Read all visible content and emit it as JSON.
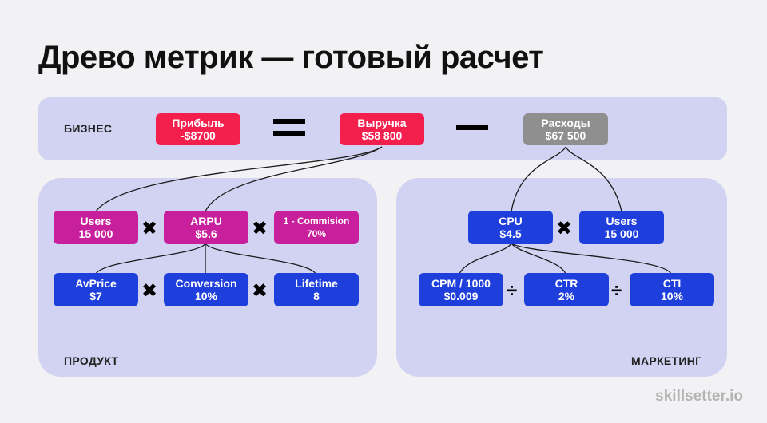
{
  "title": "Древо метрик — готовый расчет",
  "sections": {
    "business": "БИЗНЕС",
    "product": "ПРОДУКТ",
    "marketing": "МАРКЕТИНГ"
  },
  "business": {
    "profit": {
      "label": "Прибыль",
      "value": "-$8700"
    },
    "revenue": {
      "label": "Выручка",
      "value": "$58 800"
    },
    "expenses": {
      "label": "Расходы",
      "value": "$67 500"
    }
  },
  "product": {
    "users": {
      "label": "Users",
      "value": "15 000"
    },
    "arpu": {
      "label": "ARPU",
      "value": "$5.6"
    },
    "commission": {
      "label": "1 - Commision",
      "value": "70%"
    },
    "avprice": {
      "label": "AvPrice",
      "value": "$7"
    },
    "conversion": {
      "label": "Conversion",
      "value": "10%"
    },
    "lifetime": {
      "label": "Lifetime",
      "value": "8"
    }
  },
  "marketing": {
    "cpu": {
      "label": "CPU",
      "value": "$4.5"
    },
    "users": {
      "label": "Users",
      "value": "15 000"
    },
    "cpm": {
      "label": "CPM / 1000",
      "value": "$0.009"
    },
    "ctr": {
      "label": "CTR",
      "value": "2%"
    },
    "cti": {
      "label": "CTI",
      "value": "10%"
    }
  },
  "operators": {
    "multiply": "✖",
    "divide": "÷"
  },
  "colors": {
    "background": "#f2f2f5",
    "panel": "#d2d3f3",
    "business_red": "#f51f4d",
    "expenses_gray": "#8f8f8f",
    "product_magenta": "#c8209c",
    "metric_blue": "#1f3fdc"
  },
  "logo": "skillsetter.io"
}
